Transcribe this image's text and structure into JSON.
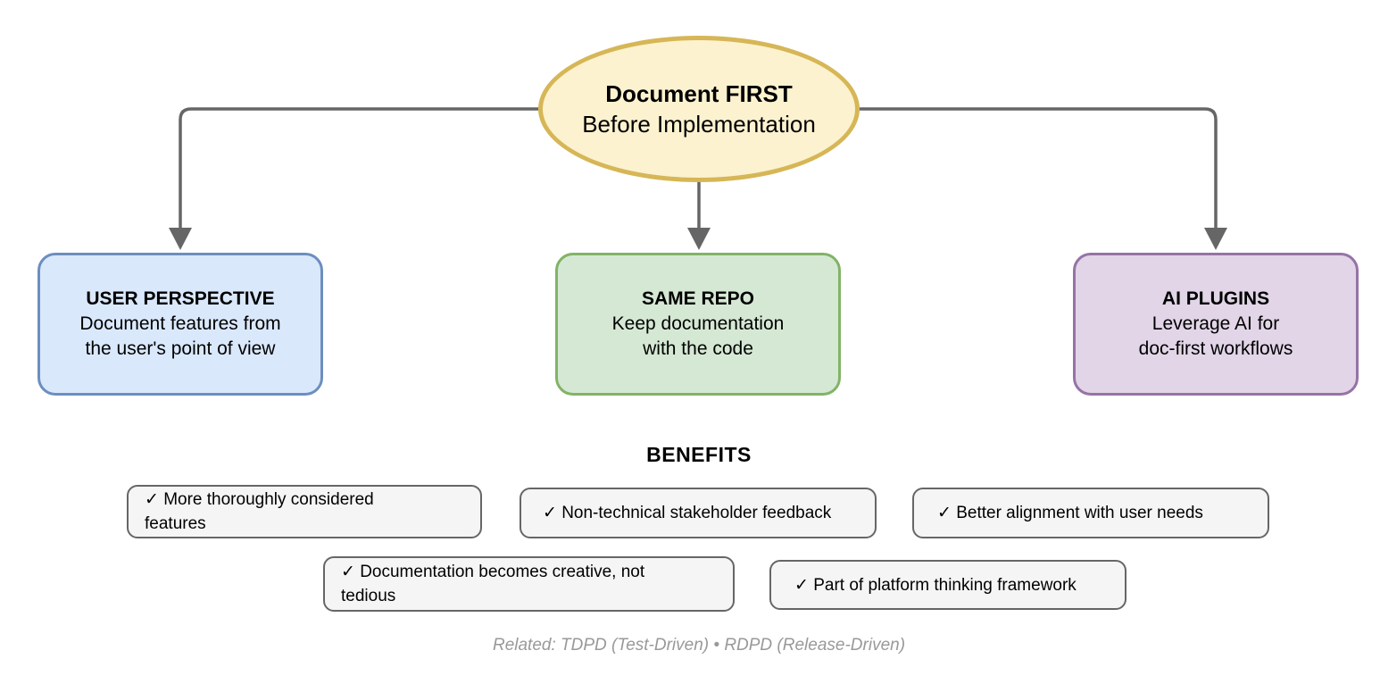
{
  "diagram": {
    "root": {
      "title": "Document FIRST",
      "subtitle": "Before Implementation",
      "fill_color": "#FCF2CF",
      "border_color": "#D6B656"
    },
    "branches": [
      {
        "title": "USER PERSPECTIVE",
        "lines": [
          "Document features from",
          "the user's point of view"
        ],
        "fill_color": "#DAE8FC",
        "border_color": "#6C8EBF"
      },
      {
        "title": "SAME REPO",
        "lines": [
          "Keep documentation",
          "with the code"
        ],
        "fill_color": "#D5E8D4",
        "border_color": "#82B366"
      },
      {
        "title": "AI PLUGINS",
        "lines": [
          "Leverage AI for",
          "doc-first workflows"
        ],
        "fill_color": "#E1D5E7",
        "border_color": "#9673A6"
      }
    ],
    "benefits": {
      "heading": "BENEFITS",
      "items": [
        {
          "lines": [
            "✓ More thoroughly considered",
            "features"
          ]
        },
        {
          "lines": [
            "✓ Non-technical stakeholder feedback"
          ]
        },
        {
          "lines": [
            "✓ Better alignment with user needs"
          ]
        },
        {
          "lines": [
            "✓ Documentation becomes creative, not",
            "tedious"
          ]
        },
        {
          "lines": [
            "✓ Part of platform thinking framework"
          ]
        }
      ],
      "box_fill_color": "#F5F5F5",
      "box_border_color": "#666666"
    },
    "footer": "Related: TDPD (Test-Driven) • RDPD (Release-Driven)",
    "connector_color": "#666666"
  }
}
